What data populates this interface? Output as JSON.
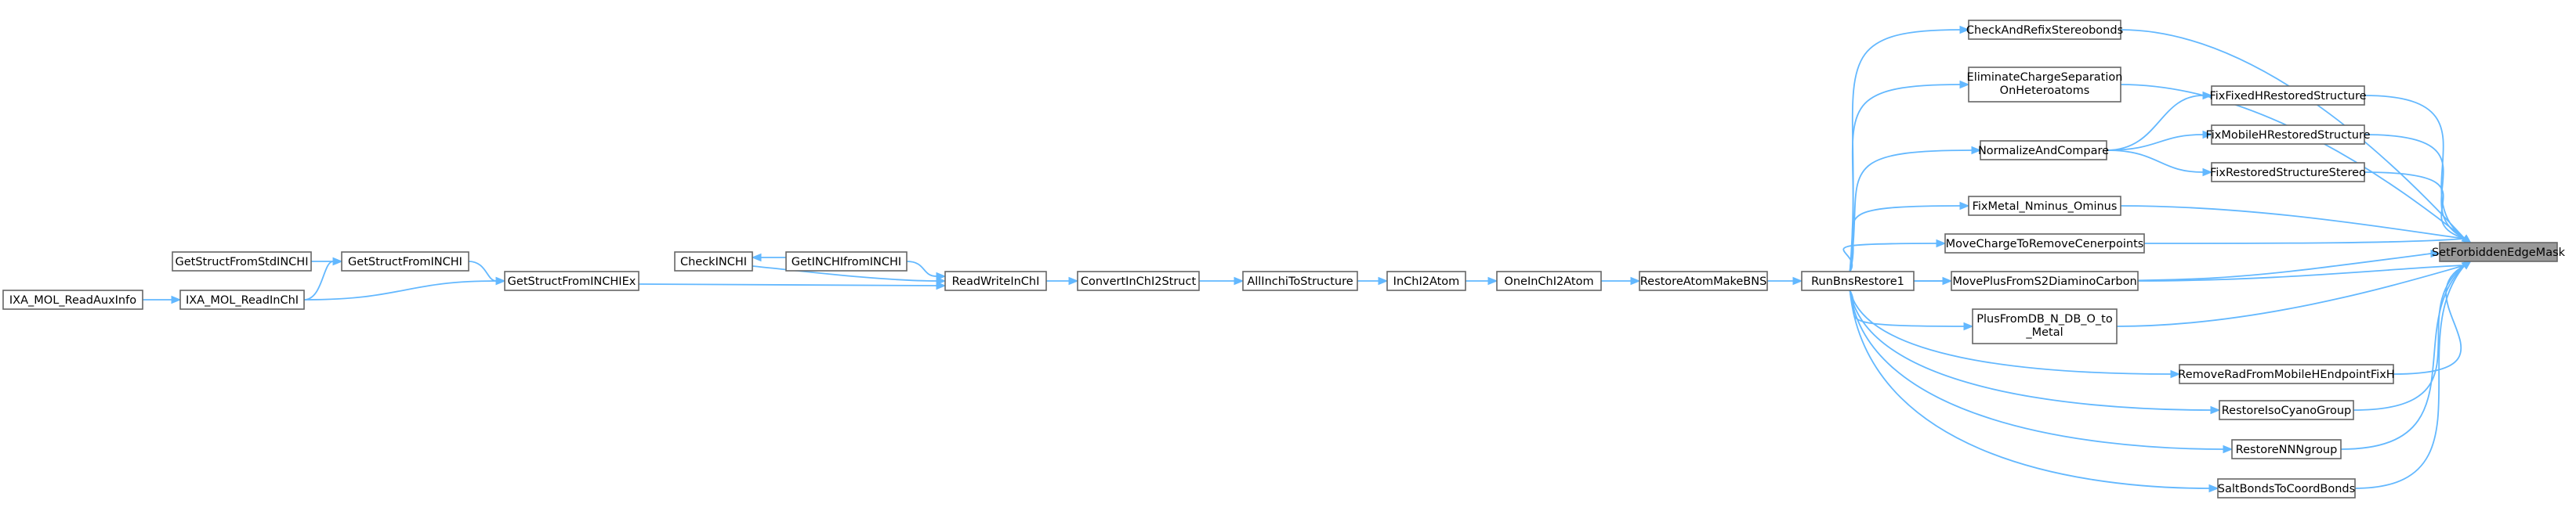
{
  "nodes": {
    "setforbidden": {
      "label": "SetForbiddenEdgeMask"
    },
    "checkandrefix": {
      "label": "CheckAndRefixStereobonds"
    },
    "eliminate": {
      "label": "EliminateChargeSeparation",
      "label2": "OnHeteroatoms"
    },
    "fixfixedh": {
      "label": "FixFixedHRestoredStructure"
    },
    "fixmobileh": {
      "label": "FixMobileHRestoredStructure"
    },
    "normalize": {
      "label": "NormalizeAndCompare"
    },
    "fixrestoredstereo": {
      "label": "FixRestoredStructureStereo"
    },
    "fixmetal": {
      "label": "FixMetal_Nminus_Ominus"
    },
    "movecharge": {
      "label": "MoveChargeToRemoveCenerpoints"
    },
    "moveplus": {
      "label": "MovePlusFromS2DiaminoCarbon"
    },
    "plusfromdb": {
      "label": "PlusFromDB_N_DB_O_to",
      "label2": "_Metal"
    },
    "removerad": {
      "label": "RemoveRadFromMobileHEndpointFixH"
    },
    "restoreiso": {
      "label": "RestoreIsoCyanoGroup"
    },
    "restorennn": {
      "label": "RestoreNNNgroup"
    },
    "saltbonds": {
      "label": "SaltBondsToCoordBonds"
    },
    "runbns": {
      "label": "RunBnsRestore1"
    },
    "restoreatom": {
      "label": "RestoreAtomMakeBNS"
    },
    "oneinchi2atom": {
      "label": "OneInChI2Atom"
    },
    "inchi2atom": {
      "label": "InChI2Atom"
    },
    "allinchi": {
      "label": "AllInchiToStructure"
    },
    "convertinchi": {
      "label": "ConvertInChI2Struct"
    },
    "readwrite": {
      "label": "ReadWriteInChI"
    },
    "getinchifrom": {
      "label": "GetINCHIfromINCHI"
    },
    "checkinchi": {
      "label": "CheckINCHI"
    },
    "getstructex": {
      "label": "GetStructFromINCHIEx"
    },
    "getstructfrom": {
      "label": "GetStructFromINCHI"
    },
    "getstructstd": {
      "label": "GetStructFromStdINCHI"
    },
    "ixareadinchi": {
      "label": "IXA_MOL_ReadInChI"
    },
    "ixareadaux": {
      "label": "IXA_MOL_ReadAuxInfo"
    }
  },
  "edges": [
    {
      "from": "checkandrefix",
      "to": "setforbidden"
    },
    {
      "from": "eliminate",
      "to": "setforbidden"
    },
    {
      "from": "fixfixedh",
      "to": "setforbidden"
    },
    {
      "from": "fixmobileh",
      "to": "setforbidden"
    },
    {
      "from": "fixrestoredstereo",
      "to": "setforbidden"
    },
    {
      "from": "fixmetal",
      "to": "setforbidden"
    },
    {
      "from": "movecharge",
      "to": "setforbidden"
    },
    {
      "from": "moveplus",
      "to": "setforbidden"
    },
    {
      "from": "plusfromdb",
      "to": "setforbidden"
    },
    {
      "from": "removerad",
      "to": "setforbidden"
    },
    {
      "from": "restoreiso",
      "to": "setforbidden"
    },
    {
      "from": "restorennn",
      "to": "setforbidden"
    },
    {
      "from": "saltbonds",
      "to": "setforbidden"
    },
    {
      "from": "runbns",
      "to": "setforbidden"
    },
    {
      "from": "normalize",
      "to": "fixfixedh"
    },
    {
      "from": "normalize",
      "to": "fixmobileh"
    },
    {
      "from": "normalize",
      "to": "fixrestoredstereo"
    },
    {
      "from": "runbns",
      "to": "checkandrefix"
    },
    {
      "from": "runbns",
      "to": "eliminate"
    },
    {
      "from": "runbns",
      "to": "normalize"
    },
    {
      "from": "runbns",
      "to": "fixmetal"
    },
    {
      "from": "runbns",
      "to": "movecharge"
    },
    {
      "from": "runbns",
      "to": "moveplus"
    },
    {
      "from": "runbns",
      "to": "plusfromdb"
    },
    {
      "from": "runbns",
      "to": "removerad"
    },
    {
      "from": "runbns",
      "to": "restoreiso"
    },
    {
      "from": "runbns",
      "to": "restorennn"
    },
    {
      "from": "runbns",
      "to": "saltbonds"
    },
    {
      "from": "restoreatom",
      "to": "runbns"
    },
    {
      "from": "oneinchi2atom",
      "to": "restoreatom"
    },
    {
      "from": "inchi2atom",
      "to": "oneinchi2atom"
    },
    {
      "from": "allinchi",
      "to": "inchi2atom"
    },
    {
      "from": "convertinchi",
      "to": "allinchi"
    },
    {
      "from": "readwrite",
      "to": "convertinchi"
    },
    {
      "from": "getinchifrom",
      "to": "readwrite"
    },
    {
      "from": "checkinchi",
      "to": "readwrite"
    },
    {
      "from": "getstructex",
      "to": "readwrite"
    },
    {
      "from": "getinchifrom",
      "to": "checkinchi"
    },
    {
      "from": "getstructfrom",
      "to": "getstructex"
    },
    {
      "from": "ixareadinchi",
      "to": "getstructex"
    },
    {
      "from": "getstructstd",
      "to": "getstructfrom"
    },
    {
      "from": "ixareadinchi",
      "to": "getstructfrom"
    },
    {
      "from": "ixareadaux",
      "to": "ixareadinchi"
    }
  ],
  "colors": {
    "edge": "#63b8ff",
    "node_border": "#666666",
    "target_fill": "#999999"
  }
}
